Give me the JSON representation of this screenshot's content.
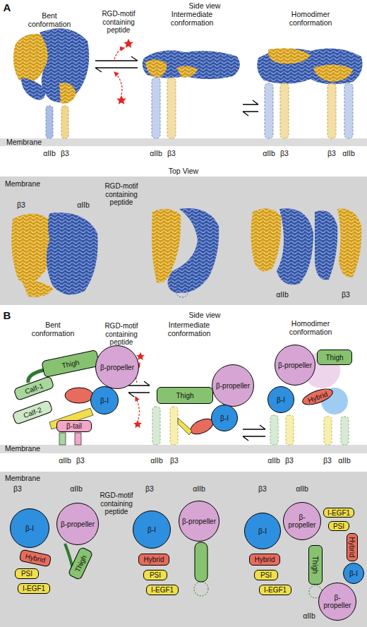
{
  "diagram": {
    "nodes": [
      {
        "text": [
          "Thigh"
        ]
      },
      {
        "text": [
          "β-propeller"
        ]
      },
      {
        "text": [
          "β-I"
        ]
      },
      {
        "text": [
          "Calf-1"
        ]
      },
      {
        "text": [
          "Calf-2"
        ]
      },
      {
        "text": [
          "β-tail"
        ]
      },
      {
        "text": [
          "Thigh"
        ]
      },
      {
        "text": [
          "β-propeller"
        ]
      },
      {
        "text": [
          "β-I"
        ]
      },
      {
        "text": [
          "β-propeller"
        ]
      },
      {
        "text": [
          "Thigh"
        ]
      },
      {
        "text": [
          "β-I"
        ]
      },
      {
        "text": [
          "Hybrid"
        ]
      },
      {
        "text": [
          "β-I"
        ]
      },
      {
        "text": [
          "β-propeller"
        ]
      },
      {
        "text": [
          "Hybrid"
        ]
      },
      {
        "text": [
          "Thigh"
        ]
      },
      {
        "text": [
          "PSI"
        ]
      },
      {
        "text": [
          "I-EGF1"
        ]
      },
      {
        "text": [
          "β-I"
        ]
      },
      {
        "text": [
          "β-propeller"
        ]
      },
      {
        "text": [
          "Hybrid"
        ]
      },
      {
        "text": [
          "PSI"
        ]
      },
      {
        "text": [
          "I-EGF1"
        ]
      },
      {
        "text": [
          "β-I"
        ]
      },
      {
        "text": [
          "β-propeller"
        ]
      },
      {
        "text": [
          "Hybrid"
        ]
      },
      {
        "text": [
          "PSI"
        ]
      },
      {
        "text": [
          "I-EGF1"
        ]
      },
      {
        "text": [
          "Thigh"
        ]
      },
      {
        "text": [
          "β-propeller"
        ]
      },
      {
        "text": [
          "β-I"
        ]
      },
      {
        "text": [
          "Hybrid"
        ]
      },
      {
        "text": [
          "PSI"
        ]
      },
      {
        "text": [
          "I-EGF1"
        ]
      }
    ],
    "labels": [
      "A",
      "Side view",
      "Bent conformation",
      "RGD-motif containing peptide",
      "Intermediate conformation",
      "Homodimer conformation",
      "Membrane",
      "αIIb",
      "β3",
      "αIIb",
      "β3",
      "αIIb",
      "β3",
      "β3",
      "αIIb",
      "Top View",
      "Membrane",
      "RGD-motif containing peptide",
      "β3",
      "αIIb",
      "αIIb",
      "β3",
      "B",
      "Side view",
      "Bent conformation",
      "RGD-motif containing peptide",
      "Intermediate conformation",
      "Homodimer conformation",
      "Membrane",
      "αIIb",
      "β3",
      "αIIb",
      "β3",
      "αIIb",
      "β3",
      "β3",
      "αIIb",
      "Membrane",
      "RGD-motif containing peptide",
      "β3",
      "αIIb",
      "β3",
      "αIIb",
      "β3",
      "αIIb",
      "αIIb"
    ]
  }
}
